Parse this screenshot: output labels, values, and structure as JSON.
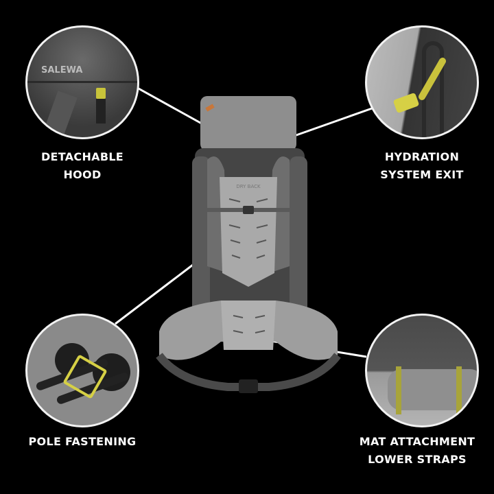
{
  "features": [
    {
      "id": "detachable-hood",
      "lines": [
        "DETACHABLE",
        "HOOD"
      ]
    },
    {
      "id": "hydration-system-exit",
      "lines": [
        "HYDRATION",
        "SYSTEM EXIT"
      ]
    },
    {
      "id": "pole-fastening",
      "lines": [
        "POLE FASTENING"
      ]
    },
    {
      "id": "mat-attachment-lower-straps",
      "lines": [
        "MAT ATTACHMENT",
        "LOWER STRAPS"
      ]
    }
  ],
  "product": {
    "brand_logo_text": "SALEWA",
    "backpanel_text": "DRY BACK"
  },
  "colors": {
    "background": "#000000",
    "accent_yellow": "#c8c43a",
    "pack_grey": "#8a8a8a",
    "pack_dark": "#3c3c3c"
  }
}
